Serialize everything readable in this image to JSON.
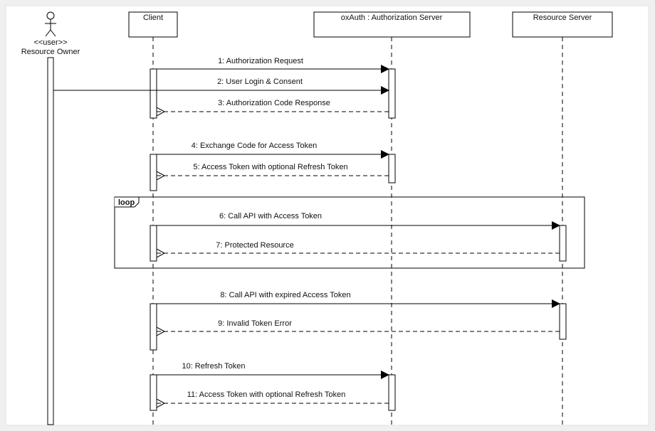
{
  "actor": {
    "stereotype": "<<user>>",
    "name": "Resource Owner"
  },
  "participants": [
    {
      "id": "client",
      "label": "Client"
    },
    {
      "id": "auth",
      "label": "oxAuth : Authorization Server"
    },
    {
      "id": "resource",
      "label": "Resource Server"
    }
  ],
  "fragment": {
    "label": "loop"
  },
  "messages": [
    {
      "label": "1: Authorization Request",
      "from": "client",
      "to": "auth",
      "kind": "sync"
    },
    {
      "label": "2: User Login & Consent",
      "from": "owner",
      "to": "auth",
      "kind": "sync"
    },
    {
      "label": "3: Authorization Code Response",
      "from": "auth",
      "to": "client",
      "kind": "reply"
    },
    {
      "label": "4: Exchange Code for Access Token",
      "from": "client",
      "to": "auth",
      "kind": "sync"
    },
    {
      "label": "5: Access Token with optional Refresh Token",
      "from": "auth",
      "to": "client",
      "kind": "reply"
    },
    {
      "label": "6: Call API with Access Token",
      "from": "client",
      "to": "resource",
      "kind": "sync"
    },
    {
      "label": "7: Protected Resource",
      "from": "resource",
      "to": "client",
      "kind": "reply"
    },
    {
      "label": "8: Call API with expired Access Token",
      "from": "client",
      "to": "resource",
      "kind": "sync"
    },
    {
      "label": "9: Invalid Token Error",
      "from": "resource",
      "to": "client",
      "kind": "reply"
    },
    {
      "label": "10: Refresh Token",
      "from": "client",
      "to": "auth",
      "kind": "sync"
    },
    {
      "label": "11: Access Token with optional Refresh Token",
      "from": "auth",
      "to": "client",
      "kind": "reply"
    }
  ]
}
